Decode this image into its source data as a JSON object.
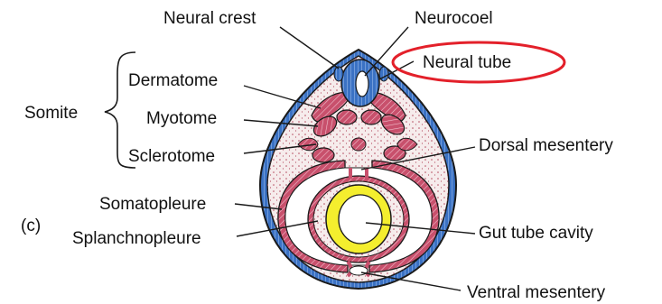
{
  "figure": {
    "panel_letter": "(c)",
    "labels": {
      "neural_crest": "Neural crest",
      "neurocoel": "Neurocoel",
      "neural_tube": "Neural tube",
      "somite": "Somite",
      "dermatome": "Dermatome",
      "myotome": "Myotome",
      "sclerotome": "Sclerotome",
      "dorsal_mesentery": "Dorsal mesentery",
      "somatopleure": "Somatopleure",
      "splanchnopleure": "Splanchnopleure",
      "gut_tube_cavity": "Gut tube cavity",
      "ventral_mesentery": "Ventral mesentery"
    },
    "highlighted_label": "neural_tube",
    "colors": {
      "ectoderm": "#3b72c4",
      "mesoderm": "#c8506c",
      "endoderm": "#f4ee2e",
      "mesenchyme": "#f6ecec",
      "highlight": "#e3202a",
      "outline": "#1a1a1a"
    }
  }
}
